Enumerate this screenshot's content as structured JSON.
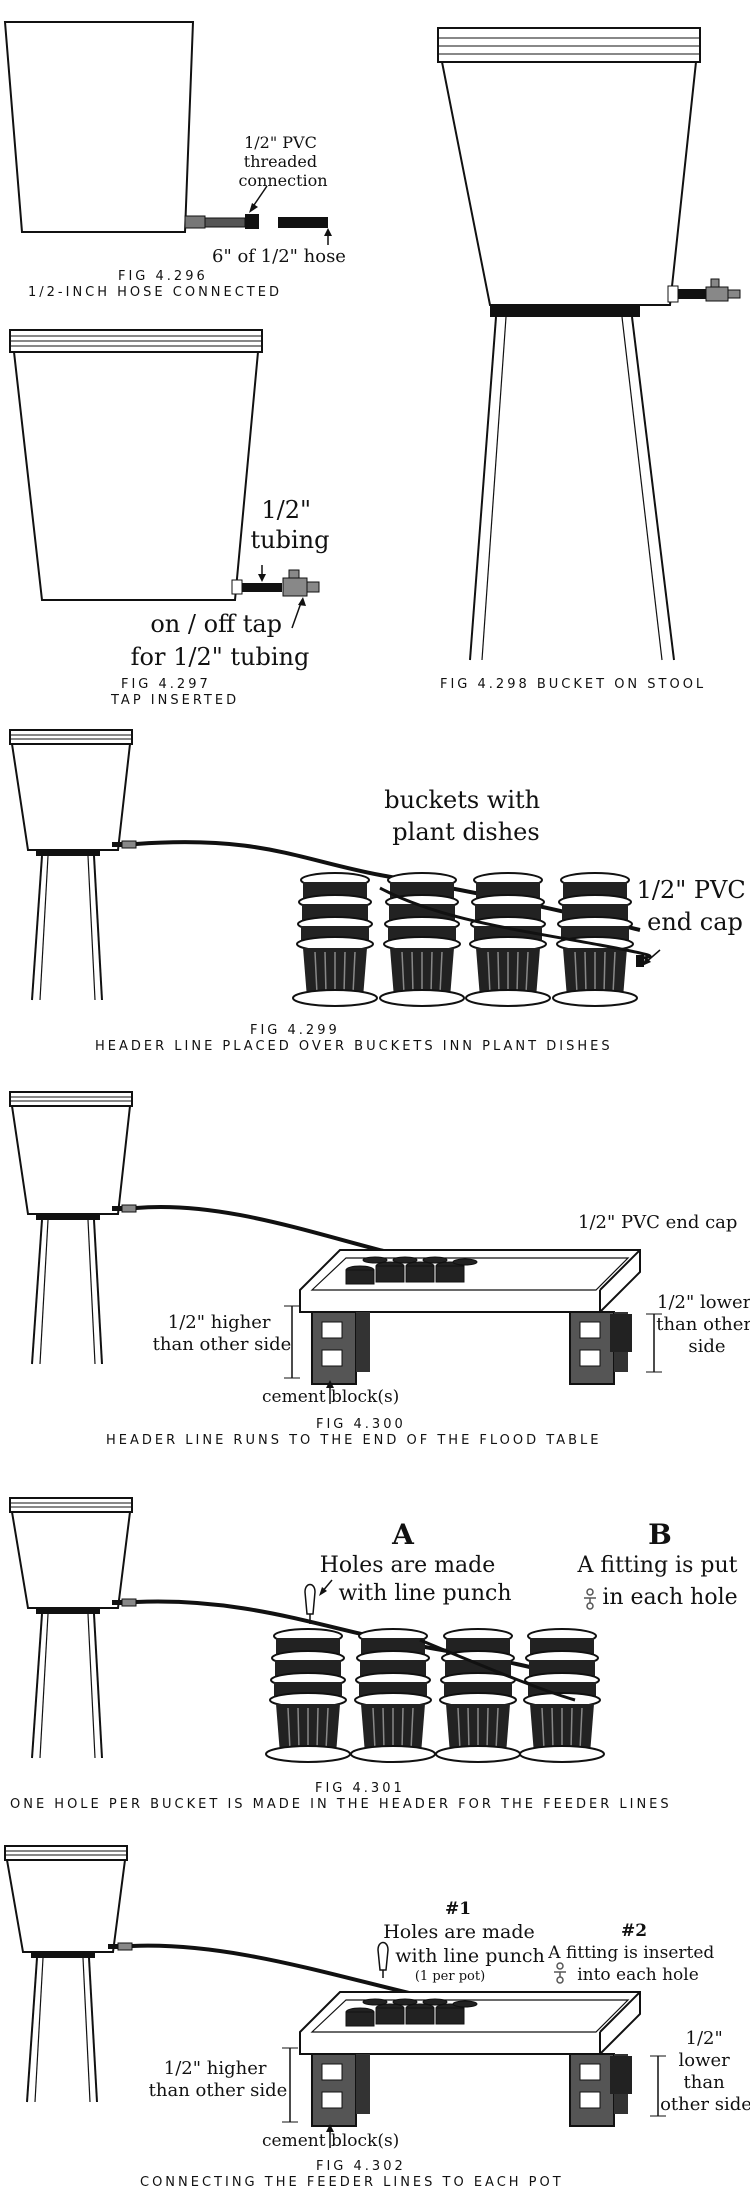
{
  "figures": {
    "f296": {
      "label_pvc": [
        "1/2\" PVC",
        "threaded",
        "connection"
      ],
      "label_hose": "6\" of 1/2\" hose",
      "caption_num": "FIG 4.296",
      "caption_text": "1/2-INCH HOSE CONNECTED"
    },
    "f297": {
      "label_tubing": [
        "1/2\"",
        "tubing"
      ],
      "label_tap": [
        "on / off tap",
        "for 1/2\" tubing"
      ],
      "caption_num": "FIG 4.297",
      "caption_text": "TAP INSERTED"
    },
    "f298": {
      "caption": "FIG 4.298 BUCKET ON STOOL"
    },
    "f299": {
      "label_buckets": [
        "buckets with",
        "plant dishes"
      ],
      "label_cap": [
        "1/2\" PVC",
        "end cap"
      ],
      "caption_num": "FIG 4.299",
      "caption_text": "HEADER LINE PLACED OVER BUCKETS INN PLANT DISHES"
    },
    "f300": {
      "label_cap": "1/2\" PVC end cap",
      "label_higher": [
        "1/2\"  higher",
        "than other side"
      ],
      "label_lower": [
        "1/2\"  lower",
        "than other",
        "side"
      ],
      "label_block": "cement block(s)",
      "caption_num": "FIG 4.300",
      "caption_text": "HEADER LINE RUNS TO THE END OF THE FLOOD TABLE"
    },
    "f301": {
      "label_a": "A",
      "label_a_text": [
        "Holes are made",
        "with line punch"
      ],
      "label_b": "B",
      "label_b_text": [
        "A fitting is put",
        "in each hole"
      ],
      "caption_num": "FIG 4.301",
      "caption_text": "ONE HOLE PER BUCKET IS MADE IN THE HEADER FOR THE FEEDER LINES"
    },
    "f302": {
      "label_n1": "#1",
      "label_n1_text": [
        "Holes are made",
        "with line punch"
      ],
      "label_n1_sub": "(1 per pot)",
      "label_n2": "#2",
      "label_n2_text": [
        "A fitting is inserted",
        "into each hole"
      ],
      "label_higher": [
        "1/2\"  higher",
        "than other side"
      ],
      "label_lower": [
        "1/2\"",
        "lower",
        "than",
        "other side"
      ],
      "label_block": "cement block(s)",
      "caption_num": "FIG 4.302",
      "caption_text": "CONNECTING THE FEEDER LINES TO EACH POT"
    }
  }
}
